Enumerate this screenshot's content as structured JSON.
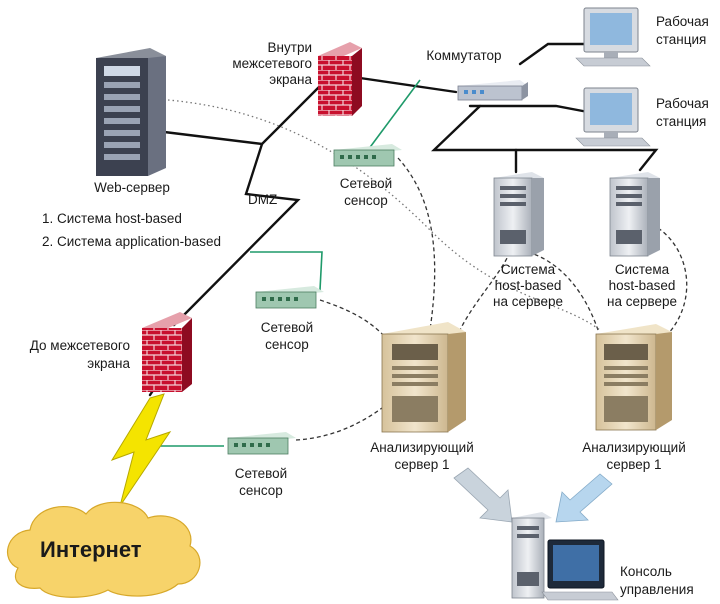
{
  "labels": {
    "web_server": "Web-сервер",
    "system_host_based_item": "1. Система host-based",
    "system_application_based_item": "2. Система application-based",
    "inside_firewall_1": "Внутри",
    "inside_firewall_2": "межсетевого",
    "inside_firewall_3": "экрана",
    "switch": "Коммутатор",
    "workstation_1_line1": "Рабочая",
    "workstation_1_line2": "станция",
    "workstation_2_line1": "Рабочая",
    "workstation_2_line2": "станция",
    "dmz": "DMZ",
    "network_sensor_top_1": "Сетевой",
    "network_sensor_top_2": "сенсор",
    "network_sensor_mid_1": "Сетевой",
    "network_sensor_mid_2": "сенсор",
    "network_sensor_bottom_1": "Сетевой",
    "network_sensor_bottom_2": "сенсор",
    "host_server_1_line1": "Система",
    "host_server_1_line2": "host-based",
    "host_server_1_line3": "на сервере",
    "host_server_2_line1": "Система",
    "host_server_2_line2": "host-based",
    "host_server_2_line3": "на сервере",
    "outside_firewall_1": "До межсетевого",
    "outside_firewall_2": "экрана",
    "analyzer_1_line1": "Анализирующий",
    "analyzer_1_line2": "сервер 1",
    "analyzer_2_line1": "Анализирующий",
    "analyzer_2_line2": "сервер 1",
    "internet": "Интернет",
    "console_line1": "Консоль",
    "console_line2": "управления"
  },
  "colors": {
    "network_line": "#111111",
    "sensor_link": "#1f9a6a",
    "firewall_brick": "#c8102e",
    "lightning": "#f4e400",
    "cloud": "#f7d36a",
    "server_body": "#e9d9b8",
    "server_dark": "#5a5a5a",
    "workstation_screen": "#8fb8de",
    "analyzer_arrow": "#c9d3dc",
    "console_arrow": "#b7d6ee"
  }
}
